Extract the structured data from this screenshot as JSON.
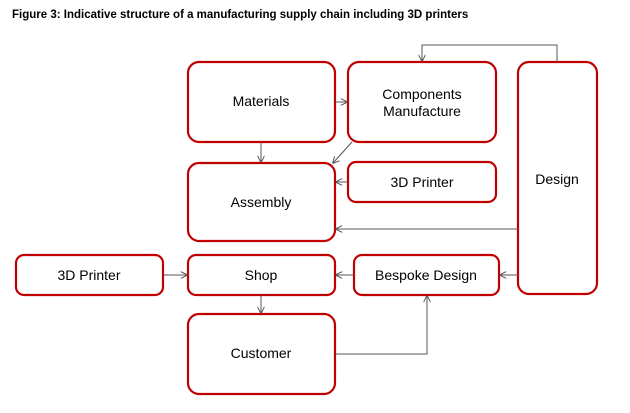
{
  "figure": {
    "title": "Figure 3: Indicative structure of a manufacturing supply chain including 3D printers"
  },
  "colors": {
    "box_border": "#c00000",
    "arrow": "#555555",
    "text": "#000000"
  },
  "nodes": {
    "materials": "Materials",
    "components_line1": "Components",
    "components_line2": "Manufacture",
    "assembly": "Assembly",
    "printer_right": "3D Printer",
    "design": "Design",
    "printer_left": "3D Printer",
    "shop": "Shop",
    "bespoke_design": "Bespoke Design",
    "customer": "Customer"
  }
}
